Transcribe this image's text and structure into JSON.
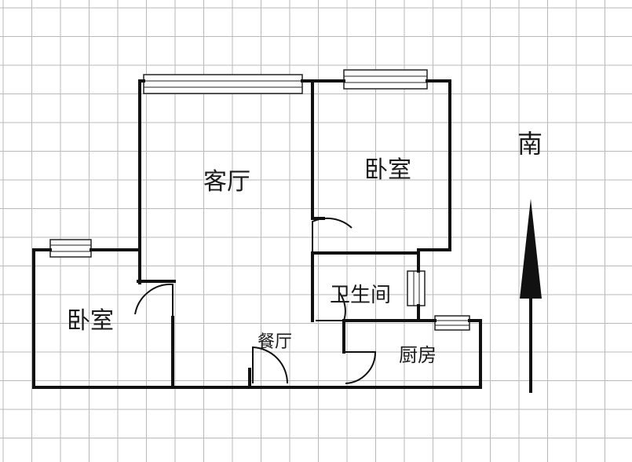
{
  "rooms": {
    "living_room": "客厅",
    "bedroom_north": "卧室",
    "bedroom_west": "卧室",
    "bathroom": "卫生间",
    "dining_room": "餐厅",
    "kitchen": "厨房"
  },
  "compass": {
    "label": "南"
  },
  "colors": {
    "grid": "#b9b9b9",
    "wall": "#111111",
    "background": "#ffffff"
  }
}
